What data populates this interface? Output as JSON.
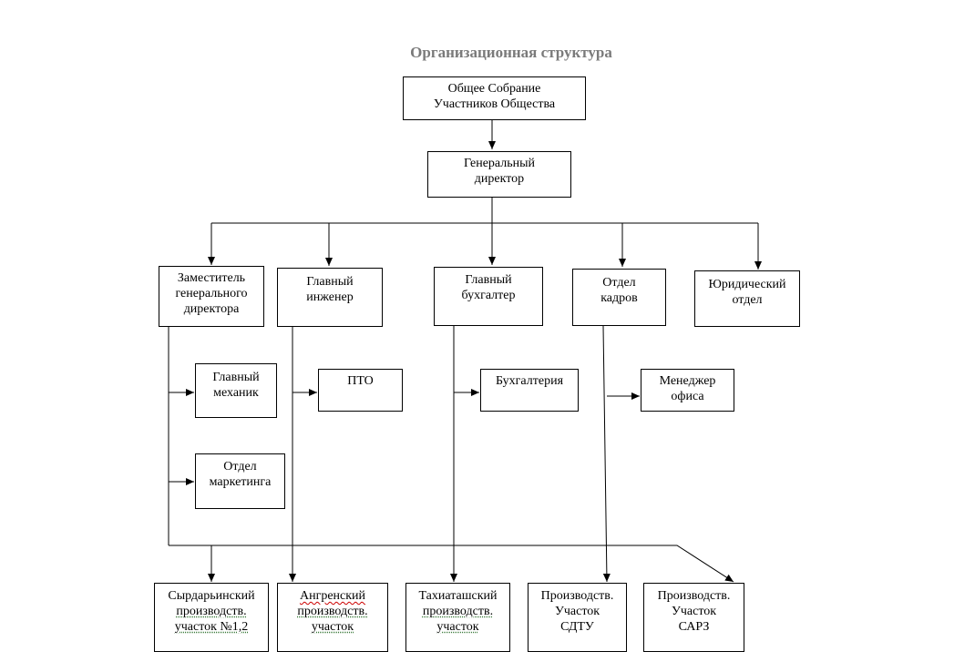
{
  "title": "Организационная структура",
  "nodes": {
    "general_meeting": "Общее Собрание\nУчастников Общества",
    "general_director": "Генеральный\nдиректор",
    "deputy_director": "Заместитель\nгенерального\nдиректора",
    "chief_engineer": "Главный\nинженер",
    "chief_accountant": "Главный\nбухгалтер",
    "hr_department": "Отдел\nкадров",
    "legal_department": "Юридический\nотдел",
    "chief_mechanic": "Главный\nмеханик",
    "pto": "ПТО",
    "accounting": "Бухгалтерия",
    "office_manager": "Менеджер\nофиса",
    "marketing": "Отдел\nмаркетинга",
    "site_syrdarya": [
      "Сырдарьинский",
      "производств.",
      "участок №1,2"
    ],
    "site_angren": [
      "Ангренский",
      "производств.",
      "участок"
    ],
    "site_takhiatash": [
      "Тахиаташский",
      "производств.",
      "участок"
    ],
    "site_sdtu": "Производств.\nУчасток\nСДТУ",
    "site_sarz": "Производств.\nУчасток\nСАРЗ"
  }
}
